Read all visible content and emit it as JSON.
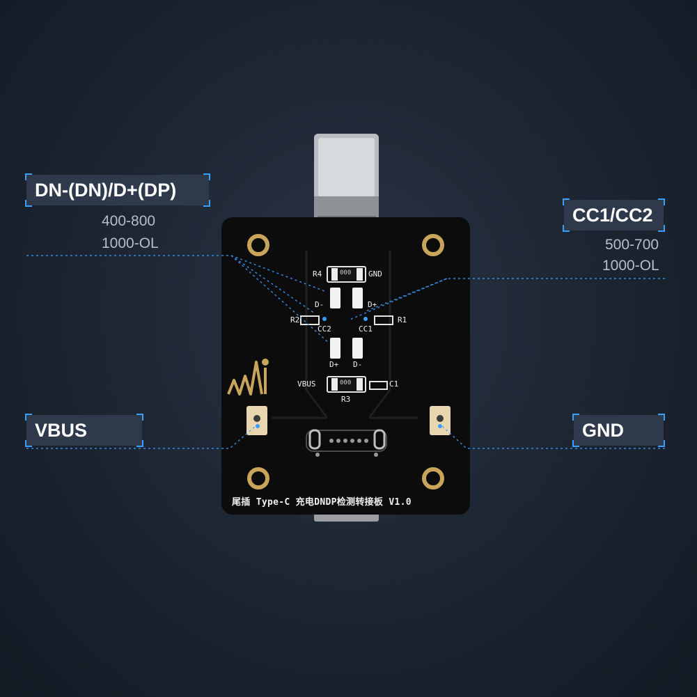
{
  "labels": {
    "dn_dp": "DN-(DN)/D+(DP)",
    "cc": "CC1/CC2",
    "vbus": "VBUS",
    "gnd": "GND"
  },
  "values": {
    "dn_dp_1": "400-800",
    "dn_dp_2": "1000-OL",
    "cc_1": "500-700",
    "cc_2": "1000-OL"
  },
  "board": {
    "title": "尾插 Type-C 充电DNDP检测转接板 V1.0",
    "r4": "R4",
    "gnd": "GND",
    "d_minus_top": "D-",
    "d_plus_top": "D+",
    "r2": "R2",
    "cc2": "CC2",
    "cc1": "CC1",
    "r1": "R1",
    "d_plus_bot": "D+",
    "d_minus_bot": "D-",
    "vbus": "VBUS",
    "c1": "C1",
    "r3": "R3",
    "res_code": "000"
  },
  "colors": {
    "background": "#1c2431",
    "accent": "#3aa0ff",
    "board": "#0c0c0d",
    "gold": "#c9a55a"
  }
}
